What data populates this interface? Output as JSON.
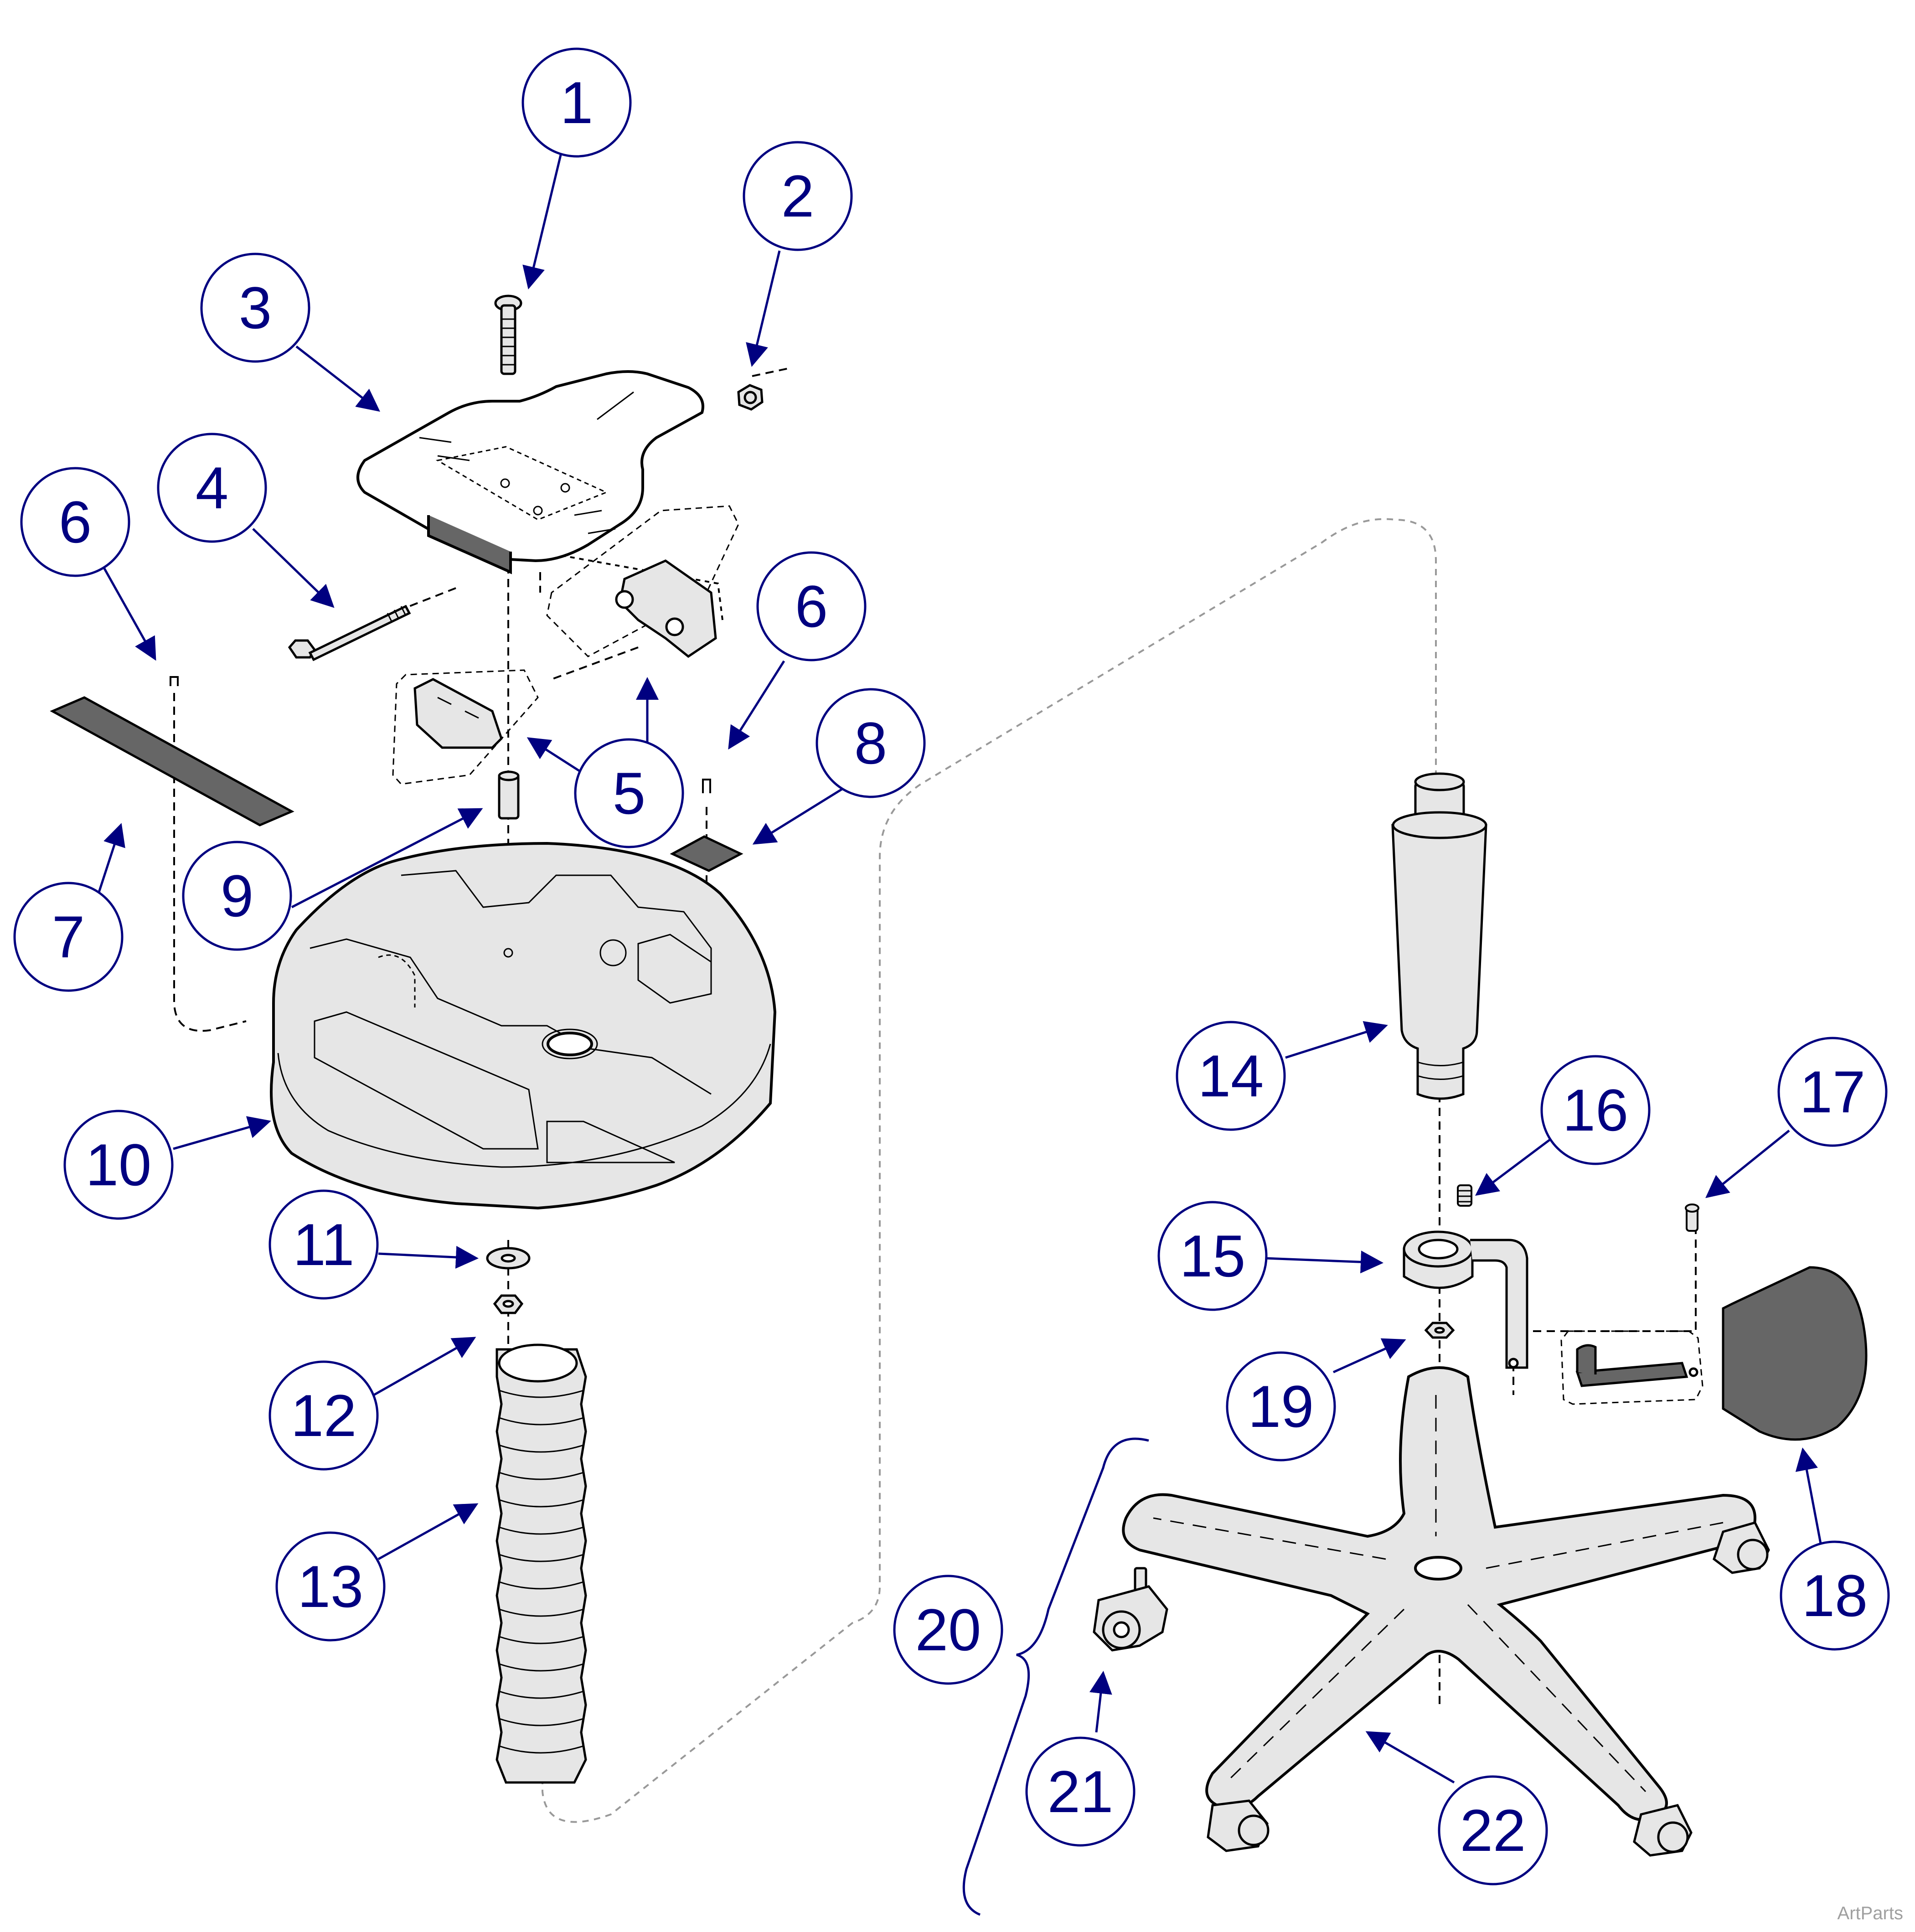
{
  "diagram": {
    "callouts": [
      {
        "id": "c1",
        "label": "1"
      },
      {
        "id": "c2",
        "label": "2"
      },
      {
        "id": "c3",
        "label": "3"
      },
      {
        "id": "c4",
        "label": "4"
      },
      {
        "id": "c6a",
        "label": "6"
      },
      {
        "id": "c6b",
        "label": "6"
      },
      {
        "id": "c8",
        "label": "8"
      },
      {
        "id": "c5",
        "label": "5"
      },
      {
        "id": "c9",
        "label": "9"
      },
      {
        "id": "c7",
        "label": "7"
      },
      {
        "id": "c10",
        "label": "10"
      },
      {
        "id": "c11",
        "label": "11"
      },
      {
        "id": "c12",
        "label": "12"
      },
      {
        "id": "c13",
        "label": "13"
      },
      {
        "id": "c14",
        "label": "14"
      },
      {
        "id": "c15",
        "label": "15"
      },
      {
        "id": "c16",
        "label": "16"
      },
      {
        "id": "c17",
        "label": "17"
      },
      {
        "id": "c18",
        "label": "18"
      },
      {
        "id": "c19",
        "label": "19"
      },
      {
        "id": "c20",
        "label": "20"
      },
      {
        "id": "c21",
        "label": "21"
      },
      {
        "id": "c22",
        "label": "22"
      }
    ],
    "watermark": "ArtParts"
  },
  "colors": {
    "callout": "#000080",
    "leader": "#000080",
    "part_outline": "#000000",
    "part_fill": "#e6e6e6",
    "dark_part": "#666666"
  }
}
